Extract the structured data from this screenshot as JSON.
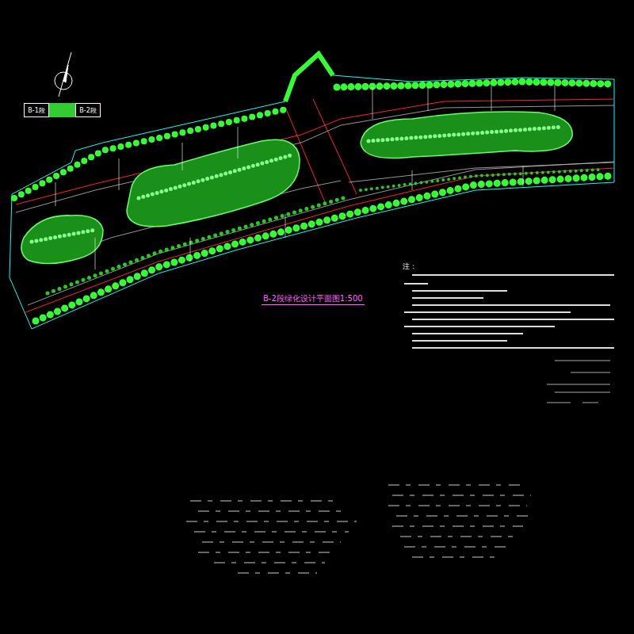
{
  "diagram": {
    "title": "B-2段绿化设计平面图1:500",
    "nodes": [
      {
        "text": [
          "B-1段"
        ]
      },
      {
        "text": [
          "B-2段"
        ]
      }
    ],
    "labels": [
      "注："
    ]
  }
}
